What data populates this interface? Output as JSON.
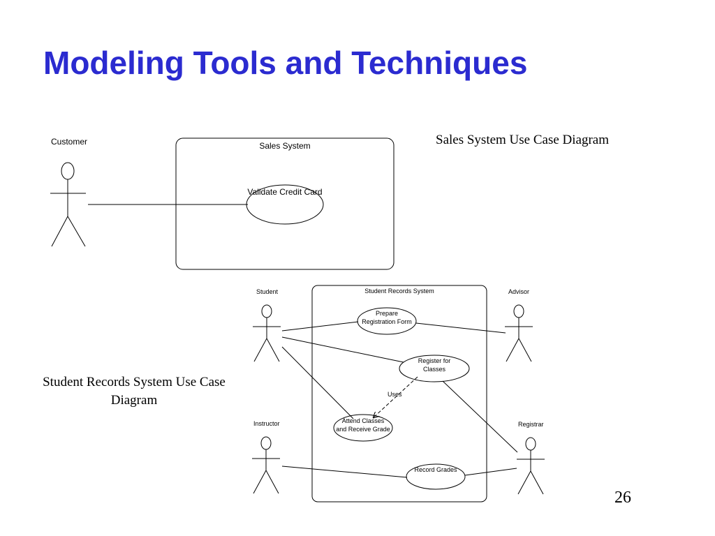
{
  "slide": {
    "title": "Modeling Tools and Techniques",
    "page_number": "26"
  },
  "captions": {
    "sales": "Sales System Use Case Diagram",
    "student": "Student Records System Use Case Diagram"
  },
  "sales_diagram": {
    "actor": "Customer",
    "system": "Sales System",
    "use_case": "Validate Credit Card"
  },
  "student_diagram": {
    "system": "Student Records System",
    "actors": {
      "student": "Student",
      "advisor": "Advisor",
      "instructor": "Instructor",
      "registrar": "Registrar"
    },
    "use_cases": {
      "prepare": [
        "Prepare",
        "Registration Form"
      ],
      "register": [
        "Register for",
        "Classes"
      ],
      "attend": [
        "Attend Classes",
        "and Receive Grade"
      ],
      "record": "Record Grades"
    },
    "relationship": "Uses"
  }
}
